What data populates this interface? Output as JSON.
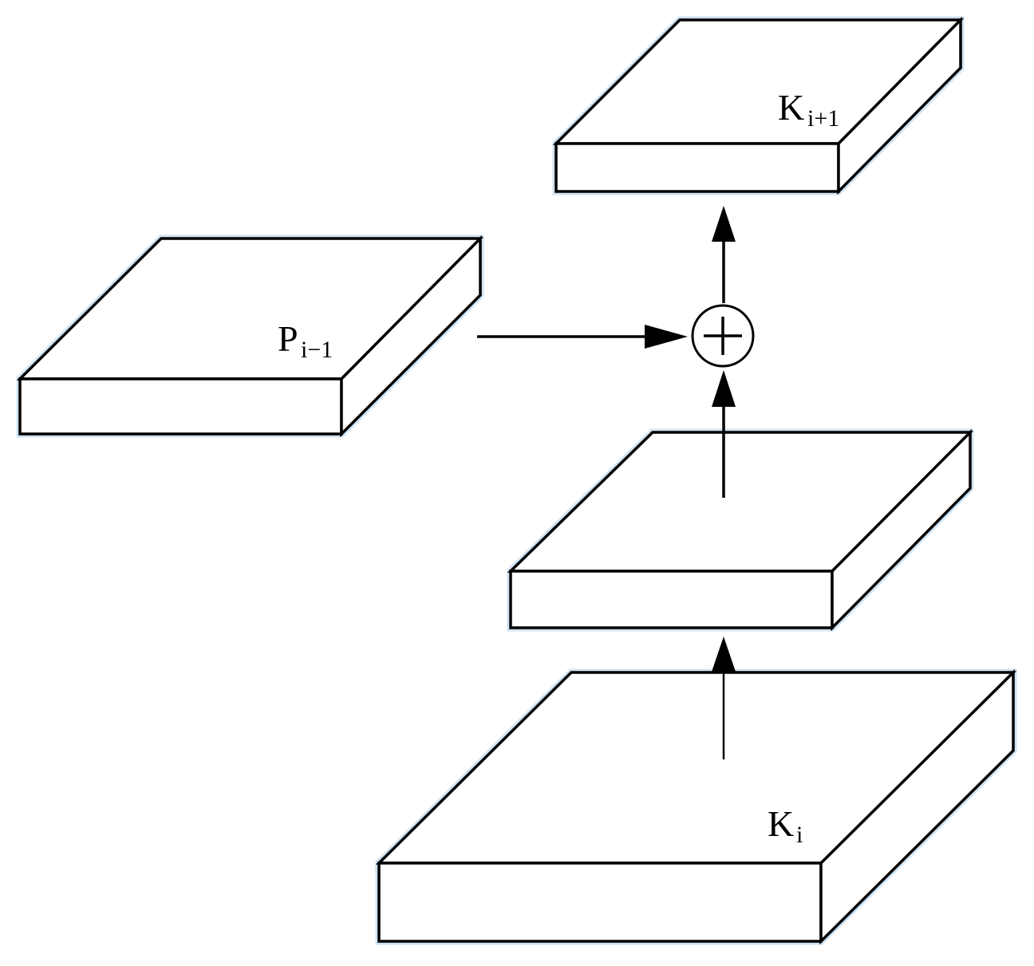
{
  "labels": {
    "k_next": {
      "main": "K",
      "sub": "i+1"
    },
    "p_prev": {
      "main": "P",
      "sub": "i−1"
    },
    "k_cur": {
      "main": "K",
      "sub": "i"
    }
  },
  "operator": {
    "icon": "plus-circle-icon"
  },
  "colors": {
    "stroke": "#000000",
    "fill": "#ffffff",
    "glow": "#cfe3f3"
  }
}
